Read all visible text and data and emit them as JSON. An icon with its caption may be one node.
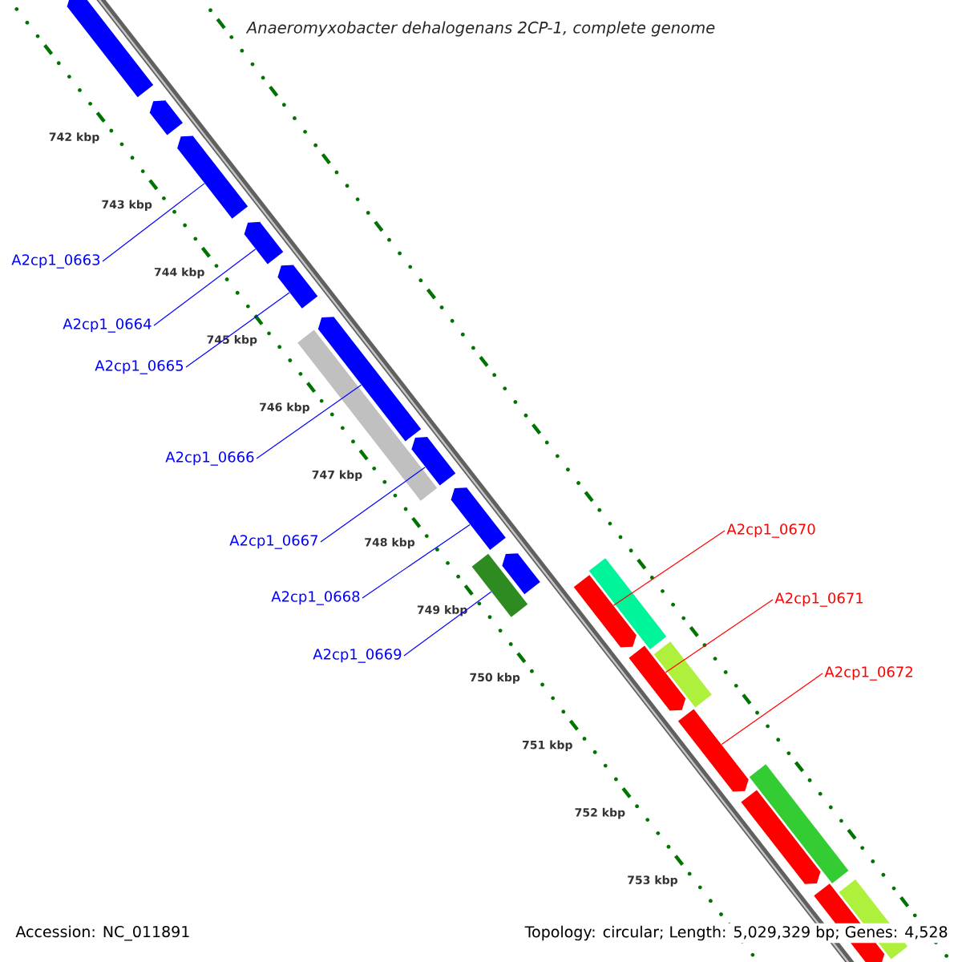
{
  "diagram": {
    "title": "Anaeromyxobacter dehalogenans 2CP-1, complete genome",
    "nodes": [
      {
        "text": [
          "A2cp1_0663"
        ]
      },
      {
        "text": [
          "A2cp1_0664"
        ]
      },
      {
        "text": [
          "A2cp1_0665"
        ]
      },
      {
        "text": [
          "A2cp1_0666"
        ]
      },
      {
        "text": [
          "A2cp1_0667"
        ]
      },
      {
        "text": [
          "A2cp1_0668"
        ]
      },
      {
        "text": [
          "A2cp1_0669"
        ]
      },
      {
        "text": [
          "A2cp1_0670"
        ]
      },
      {
        "text": [
          "A2cp1_0671"
        ]
      },
      {
        "text": [
          "A2cp1_0672"
        ]
      },
      {
        "text": [],
        "shape": "pentagon"
      },
      {
        "text": [],
        "shape": "pentagon"
      },
      {
        "text": [],
        "shape": "pentagon"
      },
      {
        "text": [],
        "shape": "pentagon"
      },
      {
        "text": [],
        "shape": "pentagon"
      },
      {
        "text": [],
        "shape": "pentagon"
      },
      {
        "text": [],
        "shape": "bar"
      },
      {
        "text": [],
        "shape": "pentagon"
      },
      {
        "text": [],
        "shape": "pentagon"
      },
      {
        "text": [],
        "shape": "bar"
      },
      {
        "text": [],
        "shape": "pentagon"
      },
      {
        "text": [],
        "shape": "pentagon"
      },
      {
        "text": [],
        "shape": "bar"
      },
      {
        "text": [],
        "shape": "pentagon"
      },
      {
        "text": [],
        "shape": "bar"
      },
      {
        "text": [],
        "shape": "pentagon"
      },
      {
        "text": [],
        "shape": "bar"
      },
      {
        "text": [],
        "shape": "pentagon"
      },
      {
        "text": [],
        "shape": "pentagon"
      },
      {
        "text": [],
        "shape": "bar"
      }
    ],
    "edges": [
      {
        "from": 0,
        "to": 12,
        "arrow": "none"
      },
      {
        "from": 1,
        "to": 13,
        "arrow": "none"
      },
      {
        "from": 2,
        "to": 14,
        "arrow": "none"
      },
      {
        "from": 3,
        "to": 15,
        "arrow": "none"
      },
      {
        "from": 4,
        "to": 17,
        "arrow": "none"
      },
      {
        "from": 5,
        "to": 18,
        "arrow": "none"
      },
      {
        "from": 6,
        "to": 19,
        "arrow": "none"
      },
      {
        "from": 7,
        "to": 21,
        "arrow": "none",
        "color": "#ff0000"
      },
      {
        "from": 8,
        "to": 23,
        "arrow": "none",
        "color": "#ff0000"
      },
      {
        "from": 9,
        "to": 25,
        "arrow": "none",
        "color": "#ff0000"
      }
    ],
    "labels": [
      "742 kbp",
      "743 kbp",
      "744 kbp",
      "745 kbp",
      "746 kbp",
      "747 kbp",
      "748 kbp",
      "749 kbp",
      "750 kbp",
      "751 kbp",
      "752 kbp",
      "753 kbp",
      "Accession: NC_011891",
      "Topology: circular; Length: 5,029,329 bp; Genes: 4,528"
    ]
  }
}
